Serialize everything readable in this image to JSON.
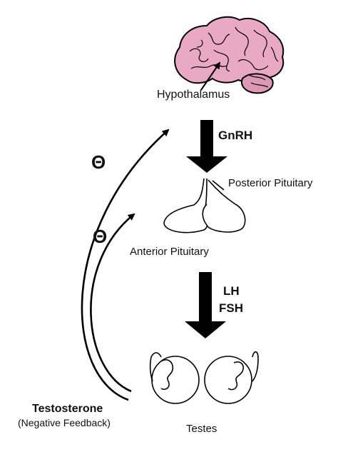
{
  "labels": {
    "hypothalamus": "Hypothalamus",
    "gnrh": "GnRH",
    "posterior_pituitary": "Posterior Pituitary",
    "anterior_pituitary": "Anterior Pituitary",
    "lh": "LH",
    "fsh": "FSH",
    "testes": "Testes",
    "testosterone": "Testosterone",
    "negative_feedback": "(Negative Feedback)",
    "inhibit_upper": "Θ",
    "inhibit_lower": "Θ"
  },
  "colors": {
    "brain_fill": "#e9a9c4",
    "brain_cerebellum": "#dc98b4",
    "line": "#000000",
    "background": "#ffffff"
  }
}
